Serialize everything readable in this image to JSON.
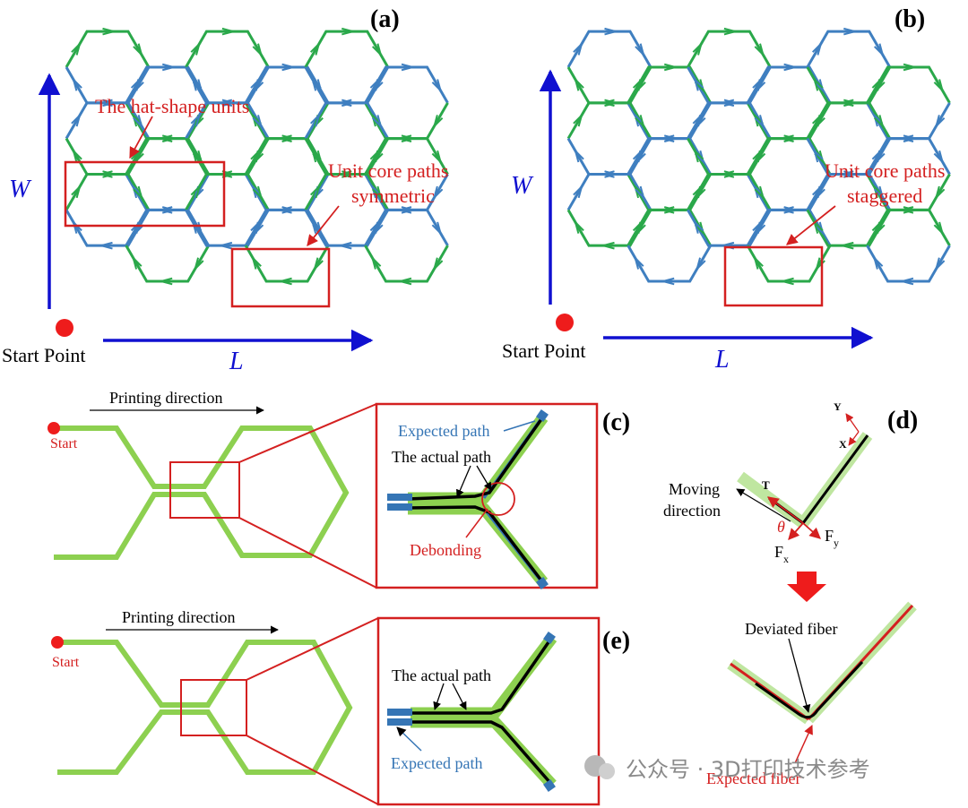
{
  "colors": {
    "blue_path": "#3f7fc0",
    "green_path": "#2aa84a",
    "axis_blue": "#1010d0",
    "highlight_red": "#d42020",
    "fiber_green": "#8dd050",
    "expected_blue": "#3575b5",
    "fiber_black": "#000000",
    "watermark_gray": "#8a8a8a"
  },
  "panel_a": {
    "label": "(a)",
    "annotation_hat": "The hat-shape units",
    "annotation_core_line1": "Unit core paths",
    "annotation_core_line2": "symmetric",
    "axis_w": "W",
    "axis_l": "L",
    "start": "Start Point"
  },
  "panel_b": {
    "label": "(b)",
    "annotation_core_line1": "Unit core paths",
    "annotation_core_line2": "staggered",
    "axis_w": "W",
    "axis_l": "L",
    "start": "Start Point"
  },
  "panel_c": {
    "label": "(c)",
    "printing_direction": "Printing direction",
    "start": "Start",
    "expected_path": "Expected path",
    "actual_path": "The actual path",
    "debonding": "Debonding"
  },
  "panel_d": {
    "label": "(d)",
    "axis_y": "Y",
    "axis_x": "X",
    "tension": "T",
    "moving_line1": "Moving",
    "moving_line2": "direction",
    "theta": "θ",
    "fx_main": "F",
    "fx_sub": "x",
    "fy_main": "F",
    "fy_sub": "y",
    "deviated_fiber": "Deviated fiber",
    "expected_fiber": "Expected fiber"
  },
  "panel_e": {
    "label": "(e)",
    "printing_direction": "Printing direction",
    "start": "Start",
    "actual_path": "The actual path",
    "expected_path": "Expected path"
  },
  "watermark": "公众号 · 3D打印技术参考"
}
